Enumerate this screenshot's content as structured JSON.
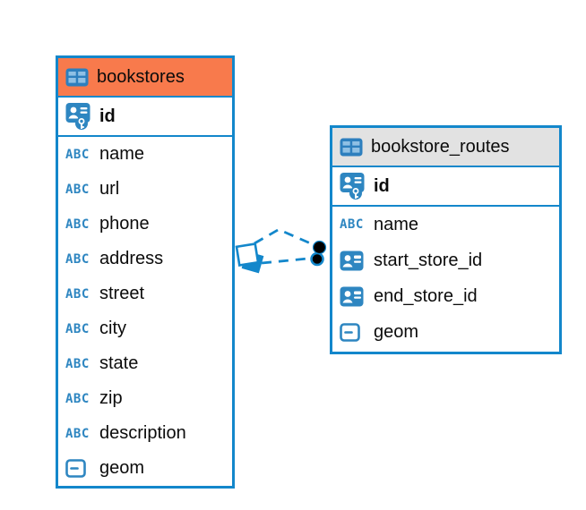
{
  "app": {
    "view": "entity-relationship-diagram"
  },
  "colors": {
    "accent_blue": "#1387CB",
    "icon_blue": "#2E86C1",
    "header_orange": "#F87A4C",
    "header_gray": "#E2E2E2",
    "text": "#0B0B0B",
    "background": "#FFFFFF"
  },
  "icons": {
    "text_type_glyph": "ABC"
  },
  "tables": [
    {
      "title": "bookstores",
      "header_style": "orange",
      "rows": [
        {
          "name": "id",
          "kind": "primary-key"
        },
        {
          "name": "name",
          "kind": "text"
        },
        {
          "name": "url",
          "kind": "text"
        },
        {
          "name": "phone",
          "kind": "text"
        },
        {
          "name": "address",
          "kind": "text"
        },
        {
          "name": "street",
          "kind": "text"
        },
        {
          "name": "city",
          "kind": "text"
        },
        {
          "name": "state",
          "kind": "text"
        },
        {
          "name": "zip",
          "kind": "text"
        },
        {
          "name": "description",
          "kind": "text"
        },
        {
          "name": "geom",
          "kind": "geometry"
        }
      ]
    },
    {
      "title": "bookstore_routes",
      "header_style": "gray",
      "rows": [
        {
          "name": "id",
          "kind": "primary-key"
        },
        {
          "name": "name",
          "kind": "text"
        },
        {
          "name": "start_store_id",
          "kind": "foreign-key"
        },
        {
          "name": "end_store_id",
          "kind": "foreign-key"
        },
        {
          "name": "geom",
          "kind": "geometry"
        }
      ]
    }
  ],
  "relationships": [
    {
      "from": "bookstores",
      "to": "bookstore_routes",
      "style": "dashed"
    },
    {
      "from": "bookstores",
      "to": "bookstore_routes",
      "style": "dashed"
    }
  ]
}
